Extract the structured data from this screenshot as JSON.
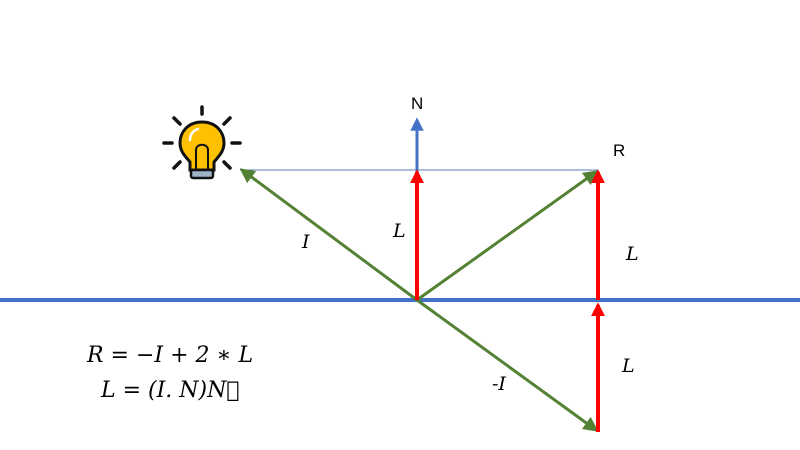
{
  "labels": {
    "normal": "N",
    "reflection": "R",
    "incident": "I",
    "negative_incident": "-I",
    "projection": "L"
  },
  "formulas": {
    "reflection": "R = −I + 2 ∗ L",
    "projection": "L = (I. N)N⃗"
  },
  "icons": {
    "light": "lightbulb-icon"
  },
  "colors": {
    "surface": "#4472c4",
    "normal": "#4472c4",
    "incident": "#548235",
    "projection": "#ff0000",
    "guide": "#5b7fb8",
    "bulb": "#ffc000"
  }
}
